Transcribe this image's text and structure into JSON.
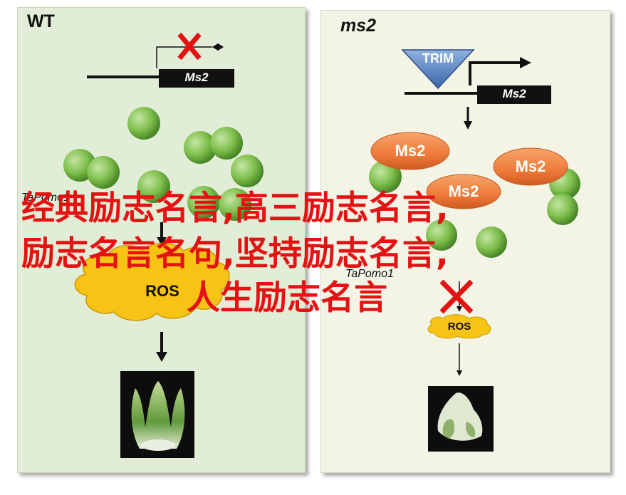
{
  "wt_panel": {
    "title": "WT",
    "gene_label": "Ms2",
    "pomo_label": "TaPomo1",
    "ros_label": "ROS"
  },
  "ms2_panel": {
    "title": "ms2",
    "trim_label": "TRIM",
    "gene_label": "Ms2",
    "protein_labels": [
      "Ms2",
      "Ms2",
      "Ms2"
    ],
    "pomo_label": "TaPomo1",
    "ros_label": "ROS"
  },
  "overlay_text": {
    "line1": "经典励志名言,高三励志名言,",
    "line2": "励志名言名句,坚持励志名言,",
    "line3": "人生励志名言"
  },
  "colors": {
    "overlay_red": "#e31313",
    "sphere_green": "#7fbf4d",
    "protein_orange": "#ee7a3a",
    "ros_yellow": "#f7c314",
    "trim_blue": "#4f7fbf"
  }
}
